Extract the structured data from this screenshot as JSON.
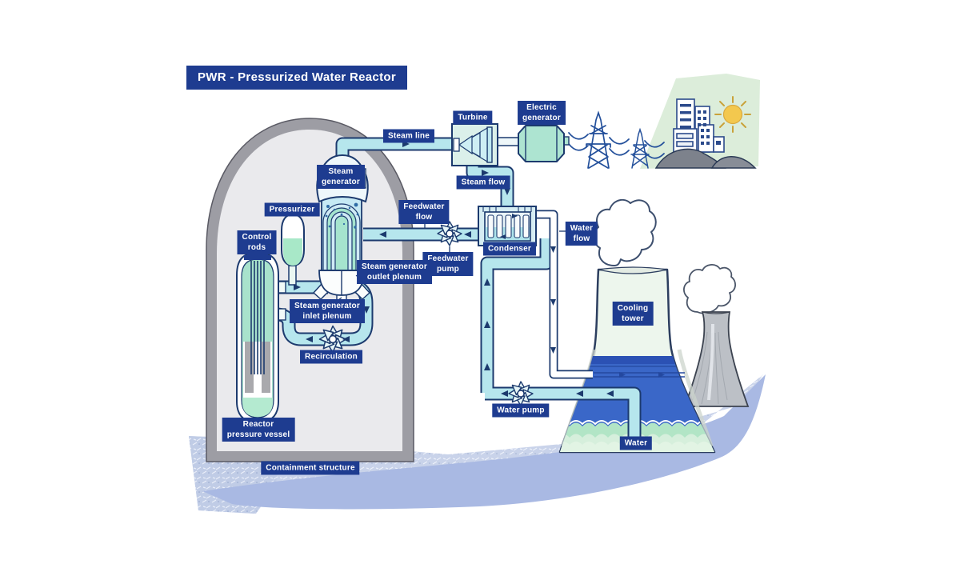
{
  "title": "PWR - Pressurized Water Reactor",
  "labels": {
    "steam_line": "Steam line",
    "turbine": "Turbine",
    "electric_generator": "Electric\ngenerator",
    "steam_flow": "Steam flow",
    "steam_generator": "Steam\ngenerator",
    "pressurizer": "Pressurizer",
    "control_rods": "Control\nrods",
    "feedwater_flow": "Feedwater\nflow",
    "feedwater_pump": "Feedwater\npump",
    "condenser": "Condenser",
    "water_flow": "Water\nflow",
    "sg_outlet_plenum": "Steam generator\noutlet plenum",
    "sg_inlet_plenum": "Steam generator\ninlet plenum",
    "recirculation": "Recirculation",
    "reactor_pressure_vessel": "Reactor\npressure vessel",
    "containment_structure": "Containment structure",
    "cooling_tower": "Cooling\ntower",
    "water_pump": "Water pump",
    "water": "Water"
  },
  "icons": {
    "pump": "pinwheel-fan",
    "sun": "circle-with-rays",
    "steam_cloud": "cloud-squiggle",
    "transmission_tower": "lattice-pylon"
  },
  "colors": {
    "label_bg": "#1e3c90",
    "outline_navy": "#1c3a6e",
    "pipe_cyan": "#b6e6ed",
    "teal_water": "#a8e2cc",
    "sg_blue": "#c6e9f4",
    "tower_blue": "#3a67c8",
    "tower_blue_dark": "#2b51b4",
    "tower_light": "#edf6ed",
    "wave_green": "#b2e5c6",
    "containment_wall": "#9d9da4",
    "containment_fill": "#eaeaed",
    "shadow_swoosh": "#a9b9e3",
    "backdrop_green": "#dcedda",
    "sun_yellow": "#f3c84e",
    "generator_green": "#ade4d1",
    "gray_tower": "#bcc0c6"
  }
}
